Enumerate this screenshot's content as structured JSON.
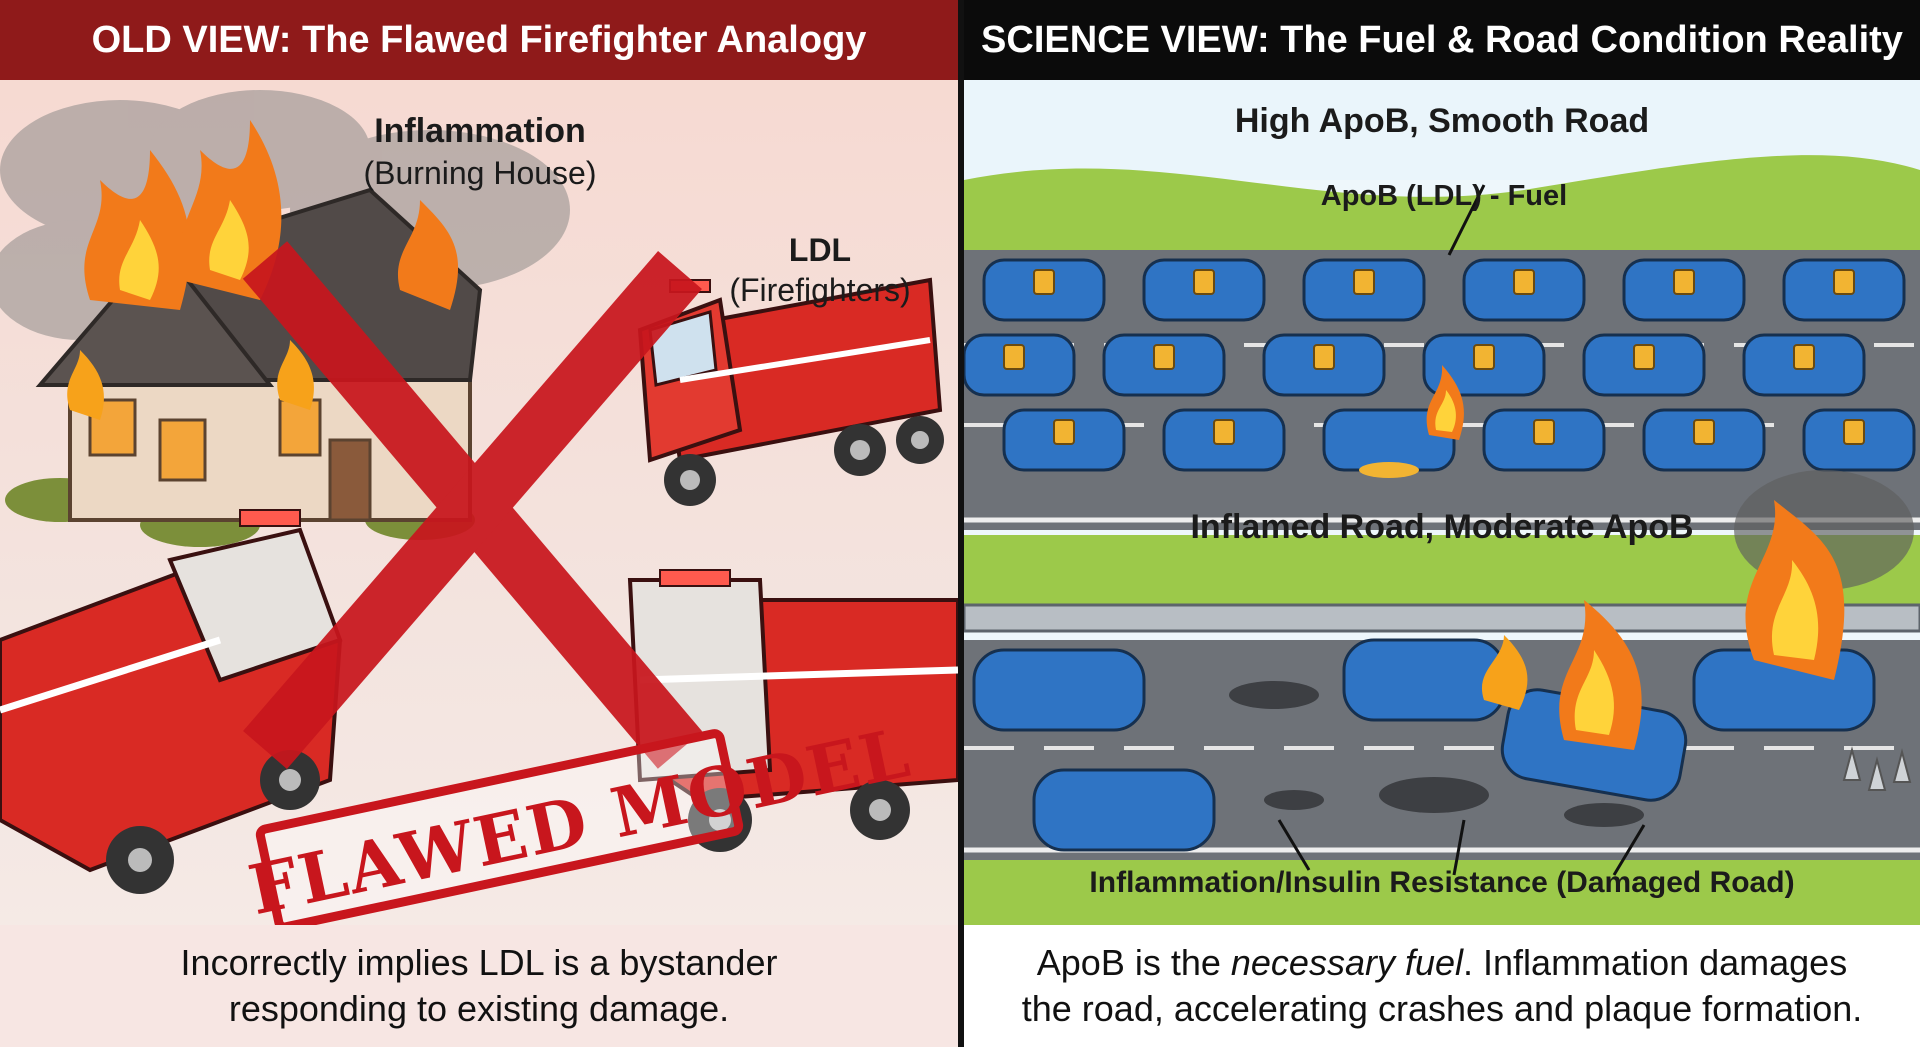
{
  "left": {
    "header": "OLD VIEW: The Flawed Firefighter Analogy",
    "inflammation_title": "Inflammation",
    "inflammation_sub": "(Burning House)",
    "ldl_title": "LDL",
    "ldl_sub": "(Firefighters)",
    "stamp": "FLAWED MODEL",
    "footer_line1": "Incorrectly implies LDL is a bystander",
    "footer_line2": "responding to existing damage."
  },
  "right": {
    "header": "SCIENCE VIEW: The Fuel & Road Condition Reality",
    "scene1_title": "High ApoB, Smooth Road",
    "fuel_label": "ApoB (LDL) - Fuel",
    "scene2_title": "Inflamed Road, Moderate ApoB",
    "road_label": "Inflammation/Insulin Resistance (Damaged Road)",
    "footer_part1": "ApoB is the ",
    "footer_em": "necessary fuel",
    "footer_part2": ". Inflammation damages",
    "footer_line2": "the road, accelerating crashes and plaque formation."
  },
  "colors": {
    "left_header": "#8f1a1a",
    "right_header": "#0b0b0b",
    "x_mark": "#c8161d",
    "car_blue": "#2f74c4",
    "fire_orange": "#f27a1a",
    "truck_red": "#d92a24"
  }
}
